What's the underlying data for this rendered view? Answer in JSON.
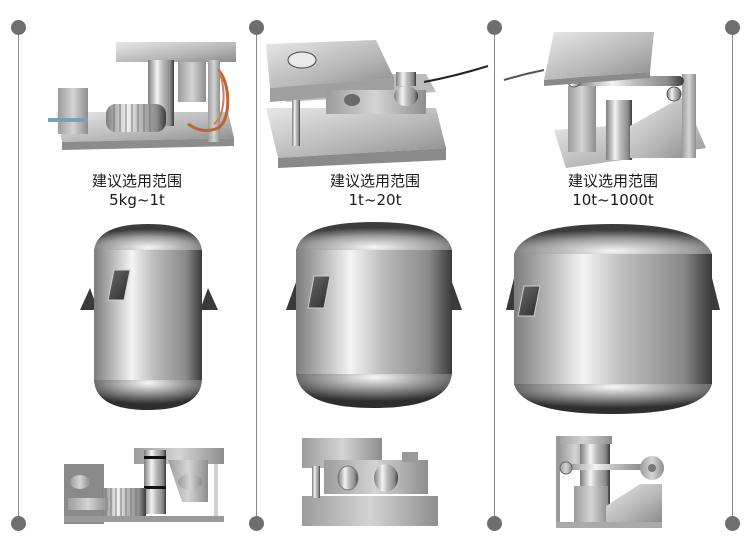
{
  "columns": [
    {
      "caption_label": "建议选用范围",
      "range": "5kg~1t",
      "module_type": "bellows-load-cell-mounting-module",
      "tank_shape": "tall"
    },
    {
      "caption_label": "建议选用范围",
      "range": "1t~20t",
      "module_type": "shear-beam-load-cell-mounting-module",
      "tank_shape": "medium"
    },
    {
      "caption_label": "建议选用范围",
      "range": "10t~1000t",
      "module_type": "column-load-cell-mounting-module",
      "tank_shape": "wide"
    }
  ],
  "colors": {
    "line": "#8a8a8a",
    "dot": "#6f6f6f",
    "text": "#1a1a1a"
  }
}
